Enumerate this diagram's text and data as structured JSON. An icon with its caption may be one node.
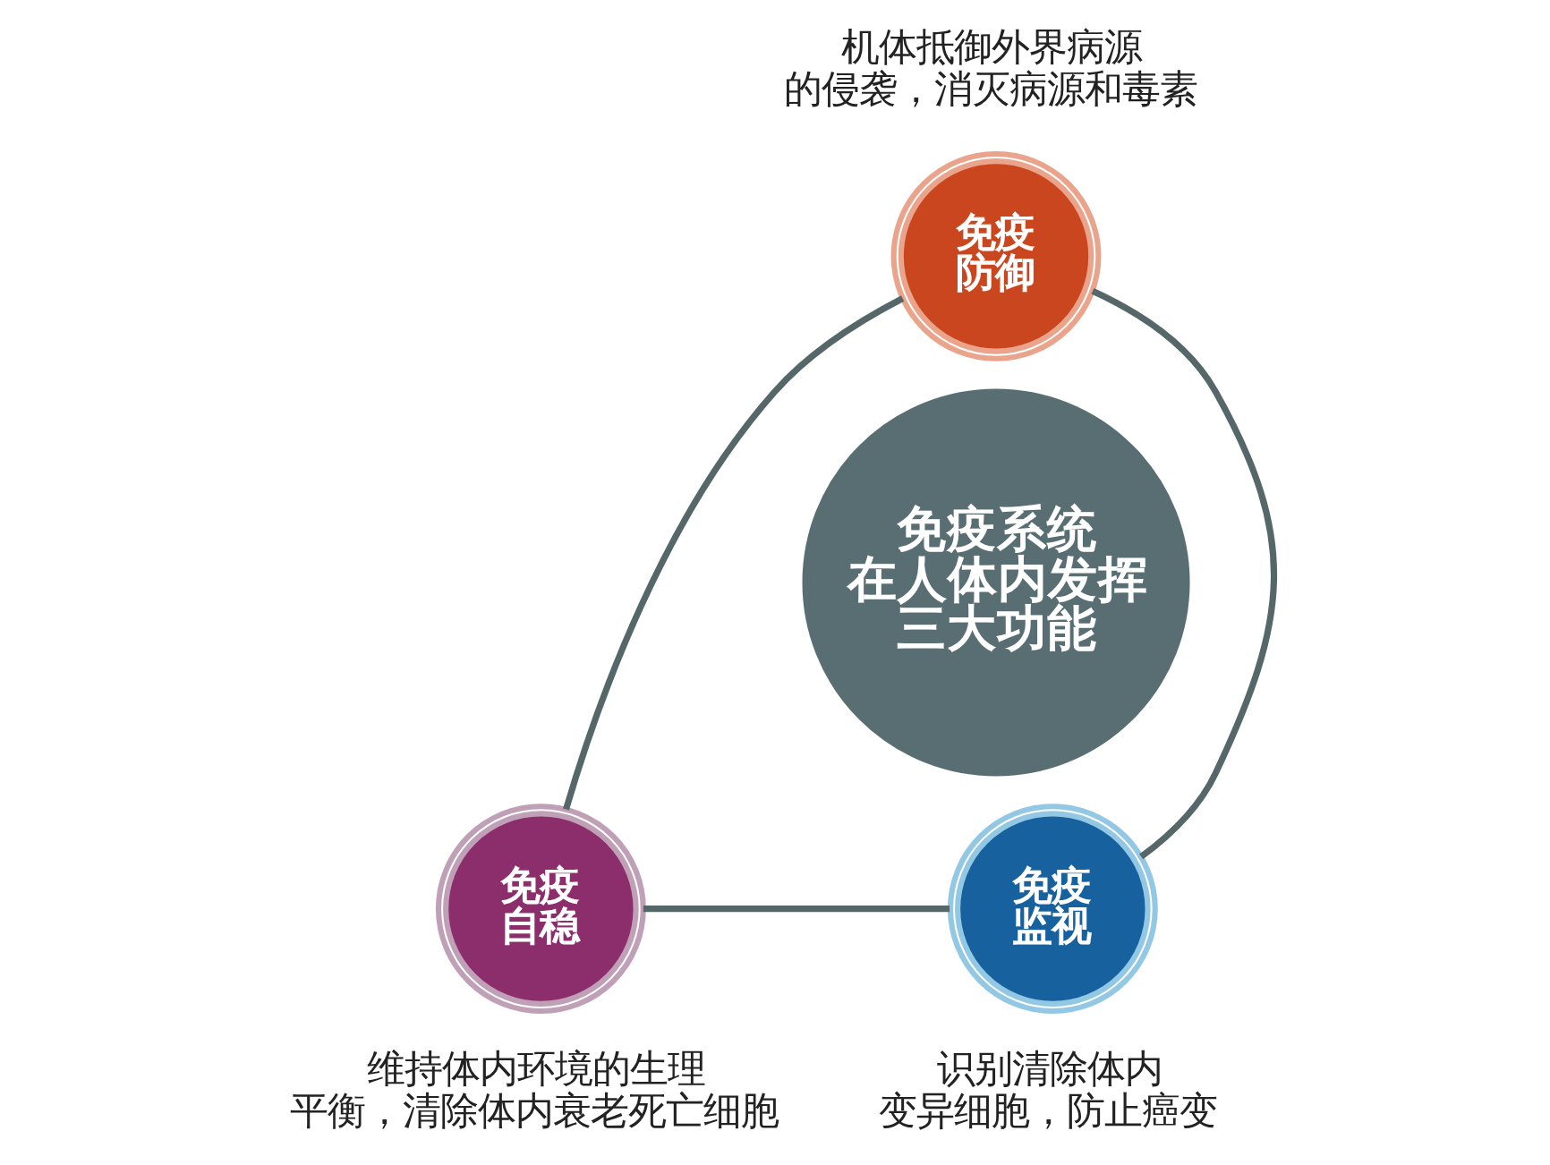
{
  "diagram": {
    "nodes": [
      {
        "text": [
          "免疫防御"
        ],
        "beside": [
          "机体抵御外界病源的侵袭，消灭病源和毒素"
        ]
      },
      {
        "text": [
          "免疫系统在人体内发挥三大功能"
        ]
      },
      {
        "text": [
          "免疫自稳"
        ],
        "beside": [
          "维持体内环境的生理平衡，清除体内衰老死亡细胞"
        ]
      },
      {
        "text": [
          "免疫监视"
        ],
        "beside": [
          "识别清除体内变异细胞，防止癌变"
        ]
      }
    ],
    "edges": [
      {
        "from": 0,
        "to": 3,
        "arrow": "none"
      },
      {
        "from": 3,
        "to": 2,
        "arrow": "none"
      },
      {
        "from": 2,
        "to": 0,
        "arrow": "none"
      }
    ]
  }
}
